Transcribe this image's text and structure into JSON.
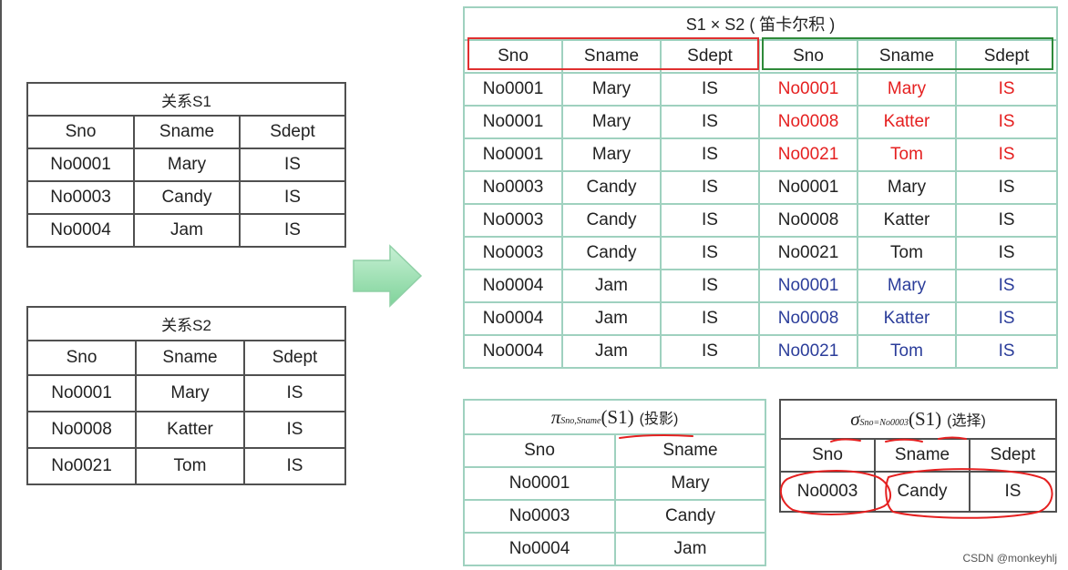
{
  "s1": {
    "title": "关系S1",
    "headers": [
      "Sno",
      "Sname",
      "Sdept"
    ],
    "rows": [
      [
        "No0001",
        "Mary",
        "IS"
      ],
      [
        "No0003",
        "Candy",
        "IS"
      ],
      [
        "No0004",
        "Jam",
        "IS"
      ]
    ]
  },
  "s2": {
    "title": "关系S2",
    "headers": [
      "Sno",
      "Sname",
      "Sdept"
    ],
    "rows": [
      [
        "No0001",
        "Mary",
        "IS"
      ],
      [
        "No0008",
        "Katter",
        "IS"
      ],
      [
        "No0021",
        "Tom",
        "IS"
      ]
    ]
  },
  "product": {
    "title": "S1 × S2 ( 笛卡尔积 )",
    "headers": [
      "Sno",
      "Sname",
      "Sdept",
      "Sno",
      "Sname",
      "Sdept"
    ],
    "rows": [
      [
        "No0001",
        "Mary",
        "IS",
        "No0001",
        "Mary",
        "IS"
      ],
      [
        "No0001",
        "Mary",
        "IS",
        "No0008",
        "Katter",
        "IS"
      ],
      [
        "No0001",
        "Mary",
        "IS",
        "No0021",
        "Tom",
        "IS"
      ],
      [
        "No0003",
        "Candy",
        "IS",
        "No0001",
        "Mary",
        "IS"
      ],
      [
        "No0003",
        "Candy",
        "IS",
        "No0008",
        "Katter",
        "IS"
      ],
      [
        "No0003",
        "Candy",
        "IS",
        "No0021",
        "Tom",
        "IS"
      ],
      [
        "No0004",
        "Jam",
        "IS",
        "No0001",
        "Mary",
        "IS"
      ],
      [
        "No0004",
        "Jam",
        "IS",
        "No0008",
        "Katter",
        "IS"
      ],
      [
        "No0004",
        "Jam",
        "IS",
        "No0021",
        "Tom",
        "IS"
      ]
    ],
    "right_half_row_colors": [
      "#e52020",
      "#e52020",
      "#e52020",
      "",
      "",
      "",
      "#2b3d9a",
      "#2b3d9a",
      "#2b3d9a"
    ],
    "left_box_color": "#e03030",
    "right_box_color": "#2f8a3a"
  },
  "projection": {
    "symbol": "π",
    "subscript": "Sno,Sname",
    "argument": "(S1)",
    "note": "(投影)",
    "headers": [
      "Sno",
      "Sname"
    ],
    "rows": [
      [
        "No0001",
        "Mary"
      ],
      [
        "No0003",
        "Candy"
      ],
      [
        "No0004",
        "Jam"
      ]
    ]
  },
  "selection": {
    "symbol": "σ",
    "subscript": "Sno=No0003",
    "argument": "(S1)",
    "note": "(选择)",
    "headers": [
      "Sno",
      "Sname",
      "Sdept"
    ],
    "rows": [
      [
        "No0003",
        "Candy",
        "IS"
      ]
    ]
  },
  "colors": {
    "arrow_fill_top": "#c7f0d4",
    "arrow_fill_bottom": "#7fd39a",
    "ink": "#e52020"
  },
  "watermark": "CSDN @monkeyhlj"
}
